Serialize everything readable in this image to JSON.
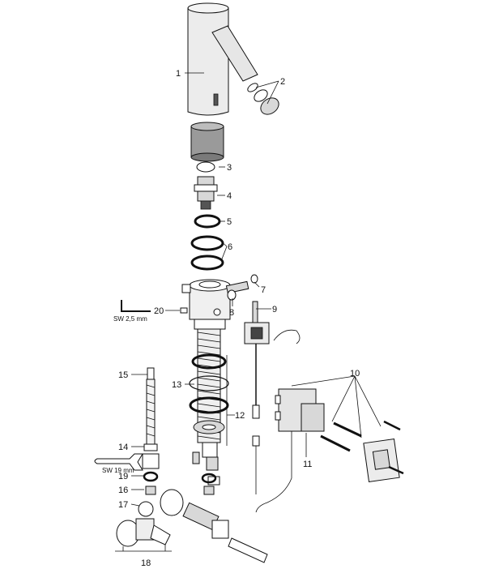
{
  "callouts": [
    "1",
    "2",
    "3",
    "4",
    "5",
    "6",
    "7",
    "8",
    "9",
    "10",
    "11",
    "12",
    "13",
    "14",
    "15",
    "16",
    "17",
    "18",
    "19",
    "20"
  ],
  "tool_labels": {
    "hex_key": "SW 2,5 mm",
    "wrench": "SW 19 mm"
  },
  "colors": {
    "line": "#111111",
    "background": "#ffffff",
    "shade": "#d8d8d8"
  }
}
